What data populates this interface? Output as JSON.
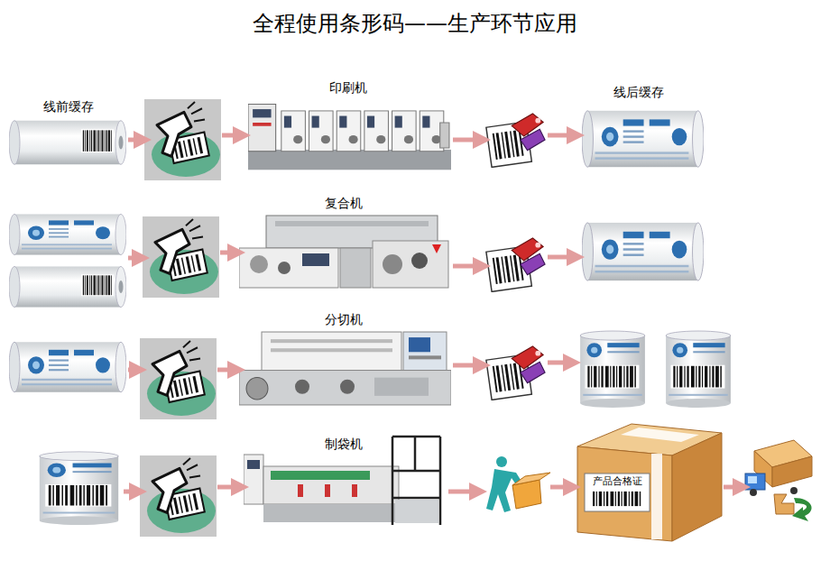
{
  "diagram": {
    "title": "全程使用条形码——生产环节应用",
    "nodes": [
      {
        "text": [
          "线前缓存"
        ]
      },
      {
        "text": [
          "印刷机"
        ]
      },
      {
        "text": [
          "线后缓存"
        ]
      },
      {
        "text": [
          "复合机"
        ]
      },
      {
        "text": [
          "分切机"
        ]
      },
      {
        "text": [
          "制袋机"
        ]
      },
      {
        "text": [
          "产品合格证"
        ]
      }
    ]
  }
}
